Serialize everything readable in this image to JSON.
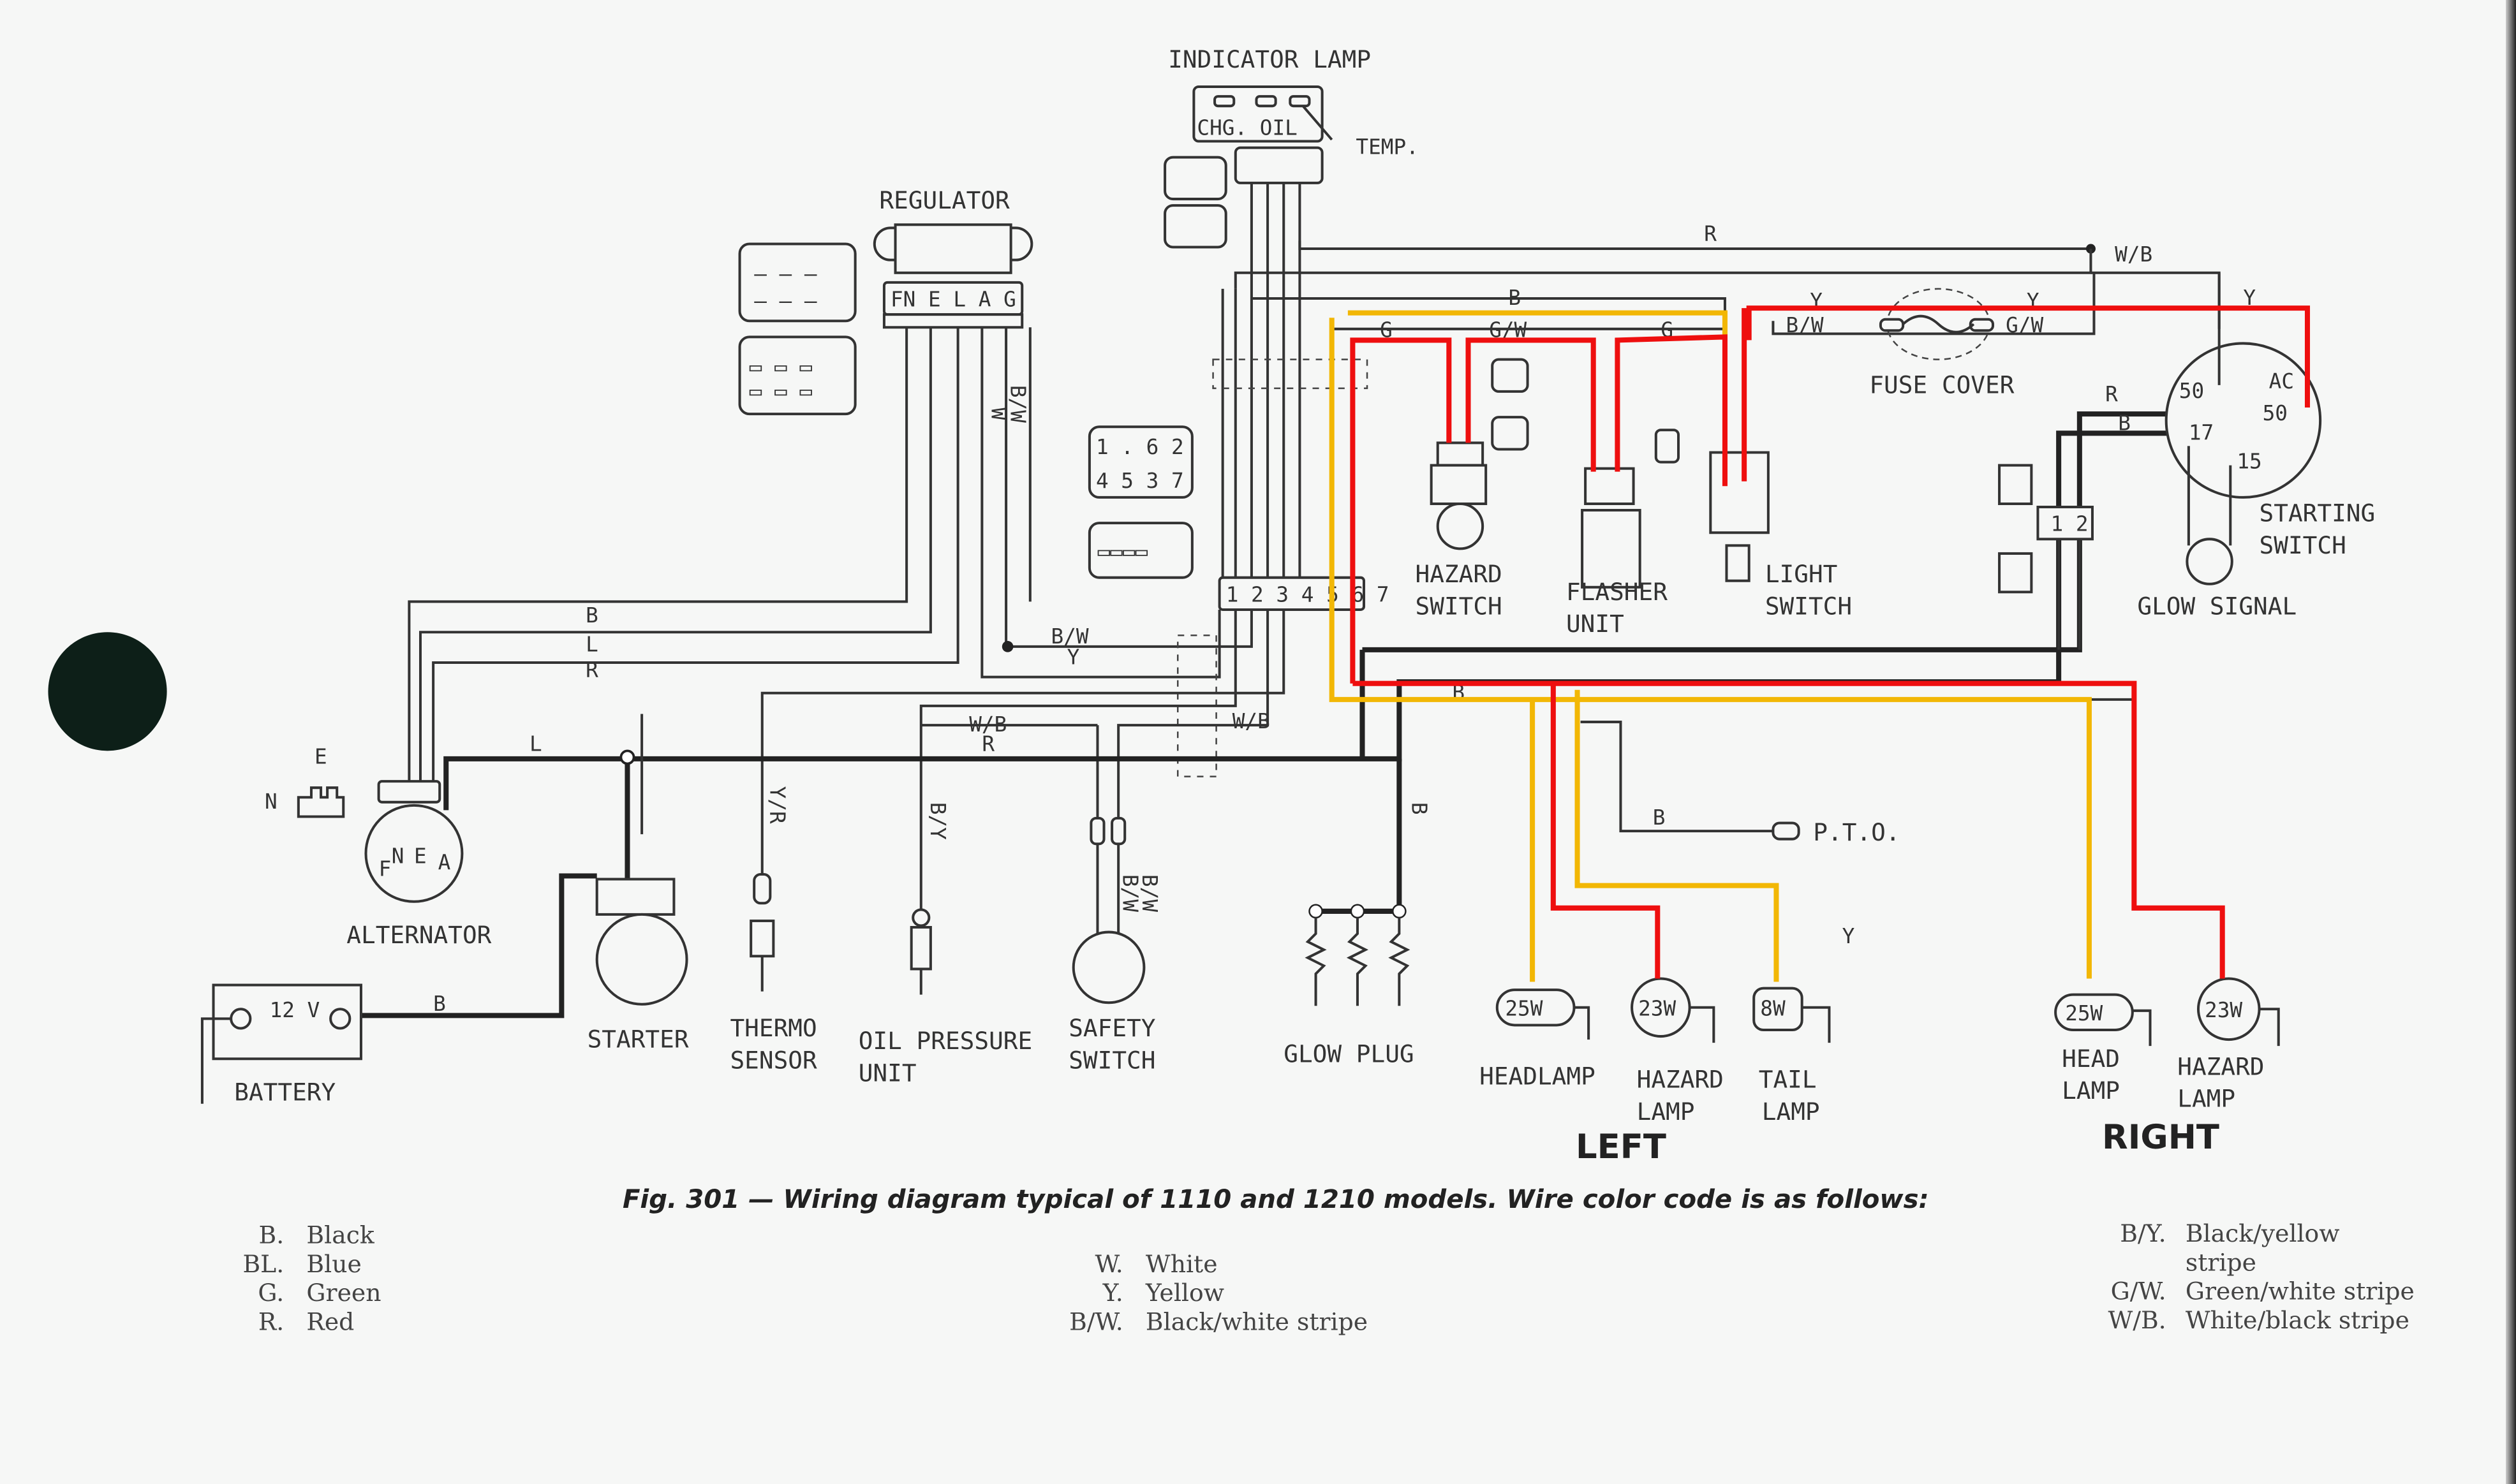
{
  "figure": {
    "caption": "Fig. 301 — Wiring diagram typical of 1110 and 1210 models. Wire color code is as follows:"
  },
  "components": {
    "indicator_lamp": "INDICATOR LAMP",
    "indicator_chg_oil": "CHG. OIL",
    "indicator_temp": "TEMP.",
    "regulator": "REGULATOR",
    "regulator_terminals": "FN E L A G",
    "harness_connector": "1 2 3 4 5 6 7",
    "connector_top": "1 . 6 2",
    "connector_bottom": "4 5 3 7",
    "hazard_switch_1": "HAZARD",
    "hazard_switch_2": "SWITCH",
    "flasher_1": "FLASHER",
    "flasher_2": "UNIT",
    "light_switch_1": "LIGHT",
    "light_switch_2": "SWITCH",
    "fuse_cover": "FUSE COVER",
    "starting_switch_1": "STARTING",
    "starting_switch_2": "SWITCH",
    "glow_signal": "GLOW SIGNAL",
    "alternator": "ALTERNATOR",
    "battery": "BATTERY",
    "battery_voltage": "12 V",
    "starter": "STARTER",
    "thermo_1": "THERMO",
    "thermo_2": "SENSOR",
    "oil_1": "OIL  PRESSURE",
    "oil_2": "UNIT",
    "safety_1": "SAFETY",
    "safety_2": "SWITCH",
    "glow_plug": "GLOW PLUG",
    "pto": "P.T.O.",
    "left_headlamp": "HEADLAMP",
    "left_hazard_1": "HAZARD",
    "left_hazard_2": "LAMP",
    "tail_1": "TAIL",
    "tail_2": "LAMP",
    "right_head_1": "HEAD",
    "right_head_2": "LAMP",
    "right_hazard_1": "HAZARD",
    "right_hazard_2": "LAMP",
    "left_group": "LEFT",
    "right_group": "RIGHT"
  },
  "bulbs": {
    "left_headlamp": "25W",
    "left_hazard": "23W",
    "tail": "8W",
    "right_headlamp": "25W",
    "right_hazard": "23W"
  },
  "starting_switch_terminals": {
    "t50a": "50",
    "t50b": "50",
    "tac": "AC",
    "t17": "17",
    "t15": "15"
  },
  "alternator_terminals": {
    "f": "F",
    "n": "N",
    "e": "E",
    "a": "A",
    "plug_e": "E",
    "plug_n": "N"
  },
  "wire_labels": {
    "r_top": "R",
    "wb_top": "W/B",
    "b_mid": "B",
    "g1": "G",
    "gw": "G/W",
    "g2": "G",
    "y1": "Y",
    "bw_fuse": "B/W",
    "y2": "Y",
    "gw_fuse": "G/W",
    "y3": "Y",
    "r_sw": "R",
    "b_sw": "B",
    "reg_bw": "B/W",
    "reg_w": "W",
    "alt_b": "B",
    "alt_l": "L",
    "alt_r": "R",
    "l_main": "L",
    "bw_mid": "B/W",
    "y_mid": "Y",
    "wb_1": "W/B",
    "r_mid": "R",
    "wb_2": "W/B",
    "yr": "Y/R",
    "by": "B/Y",
    "bw_s1": "B/W",
    "bw_s2": "B/W",
    "b_glow": "B",
    "b_batt": "B",
    "b_pto": "B",
    "b_lamps": "B",
    "y_tail": "Y"
  },
  "color_code": {
    "col1": [
      {
        "code": "B.",
        "name": "Black"
      },
      {
        "code": "BL.",
        "name": "Blue"
      },
      {
        "code": "G.",
        "name": "Green"
      },
      {
        "code": "R.",
        "name": "Red"
      }
    ],
    "col2": [
      {
        "code": "W.",
        "name": "White"
      },
      {
        "code": "Y.",
        "name": "Yellow"
      },
      {
        "code": "B/W.",
        "name": "Black/white stripe"
      }
    ],
    "col3": [
      {
        "code": "B/Y.",
        "name": "Black/yellow"
      },
      {
        "code": "",
        "name": "stripe"
      },
      {
        "code": "G/W.",
        "name": "Green/white stripe"
      },
      {
        "code": "W/B.",
        "name": "White/black stripe"
      }
    ]
  },
  "highlight_colors": {
    "red": "#ee0f0f",
    "yellow": "#f2b705"
  }
}
